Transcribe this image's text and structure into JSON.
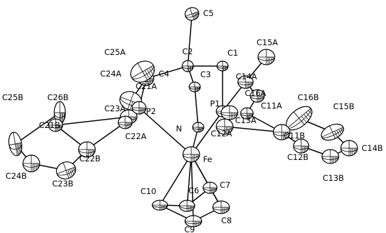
{
  "figure": {
    "atoms": [
      {
        "id": "C5",
        "label": "C5"
      },
      {
        "id": "C2",
        "label": "C2"
      },
      {
        "id": "C1",
        "label": "C1"
      },
      {
        "id": "C3",
        "label": "C3"
      },
      {
        "id": "C4",
        "label": "C4"
      },
      {
        "id": "C25A",
        "label": "C25A"
      },
      {
        "id": "C24A",
        "label": "C24A"
      },
      {
        "id": "C21A",
        "label": "C21A"
      },
      {
        "id": "C23A",
        "label": "C23A"
      },
      {
        "id": "P2",
        "label": "P2"
      },
      {
        "id": "P1",
        "label": "P1"
      },
      {
        "id": "N",
        "label": "N"
      },
      {
        "id": "Fe",
        "label": "Fe"
      },
      {
        "id": "C15A",
        "label": "C15A"
      },
      {
        "id": "C14A",
        "label": "C14A"
      },
      {
        "id": "C16A",
        "label": "C16A"
      },
      {
        "id": "C11A",
        "label": "C11A"
      },
      {
        "id": "C13A",
        "label": "C13A"
      },
      {
        "id": "C12A",
        "label": "C12A"
      },
      {
        "id": "C22A",
        "label": "C22A"
      },
      {
        "id": "C25B",
        "label": "C25B"
      },
      {
        "id": "C26B",
        "label": "C26B"
      },
      {
        "id": "C21B",
        "label": "C21B"
      },
      {
        "id": "C22B",
        "label": "C22B"
      },
      {
        "id": "C23B",
        "label": "C23B"
      },
      {
        "id": "C24B",
        "label": "C24B"
      },
      {
        "id": "C16B",
        "label": "C16B"
      },
      {
        "id": "C15B",
        "label": "C15B"
      },
      {
        "id": "C11B",
        "label": "C11B"
      },
      {
        "id": "C12B",
        "label": "C12B"
      },
      {
        "id": "C13B",
        "label": "C13B"
      },
      {
        "id": "C14B",
        "label": "C14B"
      },
      {
        "id": "C10",
        "label": "C10"
      },
      {
        "id": "C6",
        "label": "C6"
      },
      {
        "id": "C7",
        "label": "C7"
      },
      {
        "id": "C8",
        "label": "C8"
      },
      {
        "id": "C9",
        "label": "C9"
      }
    ]
  }
}
